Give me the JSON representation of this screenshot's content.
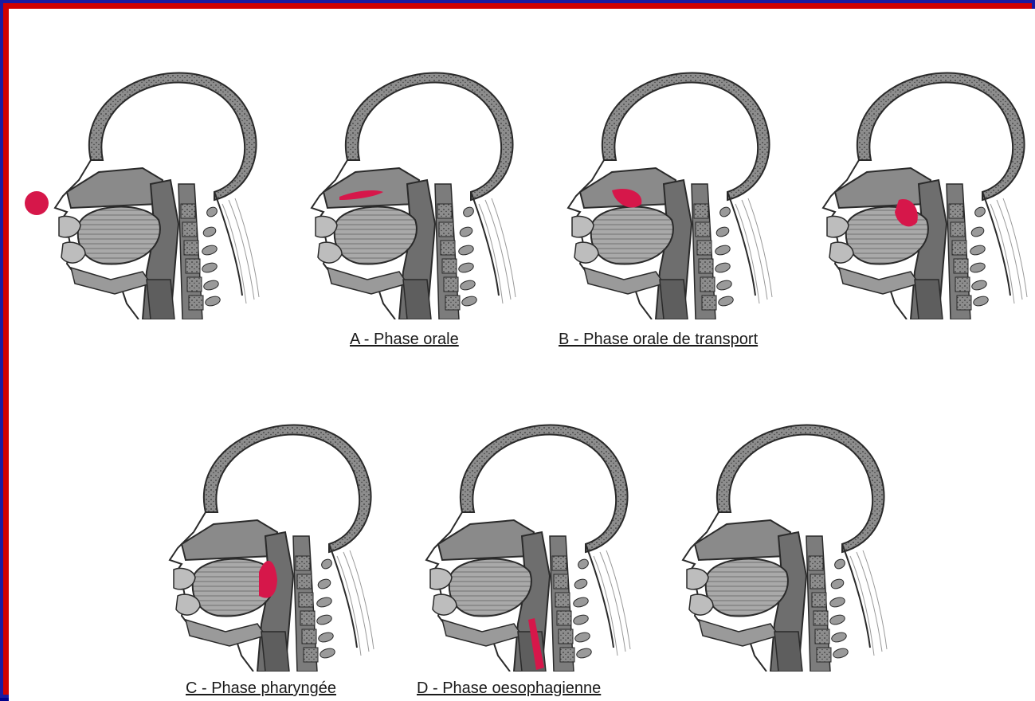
{
  "captions": {
    "a": "A - Phase orale",
    "b": "B - Phase orale de transport",
    "c": "C - Phase pharyngée",
    "d": "D - Phase oesophagienne"
  },
  "colors": {
    "bolus": "#d6174a",
    "skull": "#8a8a8a",
    "tissue": "#b0b0b0",
    "outline": "#2a2a2a"
  }
}
